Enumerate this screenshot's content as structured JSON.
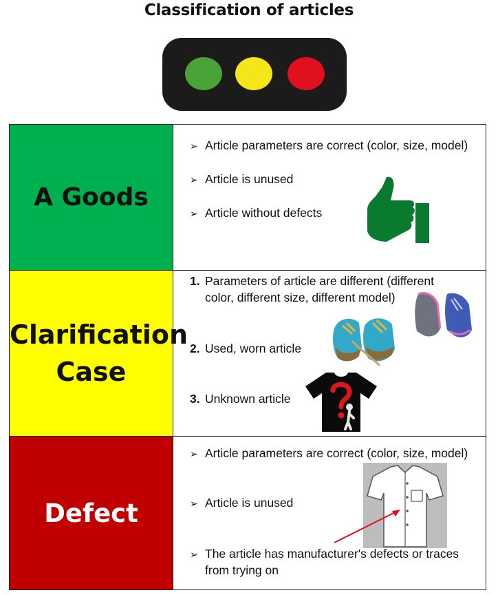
{
  "title": "Classification of articles",
  "traffic_light": {
    "colors": [
      "#4aa337",
      "#f5e61a",
      "#e0101e"
    ]
  },
  "rows": [
    {
      "label": "A Goods",
      "color": "#00b050",
      "items": [
        "Article parameters are correct (color, size, model)",
        "Article is unused",
        "Article without defects"
      ],
      "image": "thumbs-up-icon"
    },
    {
      "label_line1": "Clarification",
      "label_line2": "Case",
      "color": "#ffff00",
      "items": [
        {
          "num": "1.",
          "line1": "Parameters of article are different (different",
          "line2": "color, different size, different model)"
        },
        {
          "num": "2.",
          "text": "Used, worn article"
        },
        {
          "num": "3.",
          "text": "Unknown article"
        }
      ],
      "images": [
        "sneakers-pair-photo",
        "worn-sneakers-photo",
        "question-mark-tshirt-photo"
      ]
    },
    {
      "label": "Defect",
      "color": "#c00000",
      "items": [
        "Article parameters are correct (color, size, model)",
        "Article is unused",
        {
          "line1": "The article has manufacturer's defects or traces",
          "line2": "from trying on"
        }
      ],
      "image": "shirt-defect-photo"
    }
  ]
}
